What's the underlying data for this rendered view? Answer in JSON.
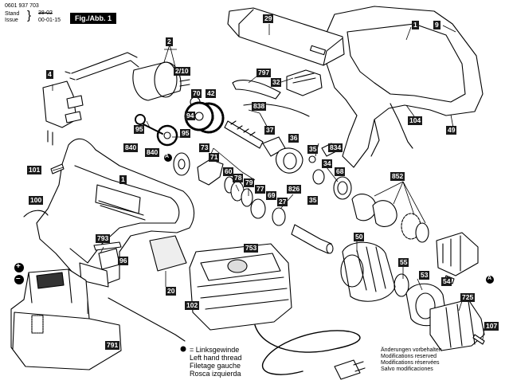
{
  "header": {
    "part_number": "0601 937 703",
    "stand_label": "Stand",
    "stand_struck": "38-02",
    "issue_label": "Issue",
    "issue_date": "00-01-15",
    "figure_label": "Fig./Abb. 1"
  },
  "callouts": [
    {
      "id": "c29",
      "label": "29"
    },
    {
      "id": "c1a",
      "label": "1"
    },
    {
      "id": "c9",
      "label": "9"
    },
    {
      "id": "c2",
      "label": "2"
    },
    {
      "id": "c210",
      "label": "2/10"
    },
    {
      "id": "c4",
      "label": "4"
    },
    {
      "id": "c797",
      "label": "797"
    },
    {
      "id": "c32",
      "label": "32"
    },
    {
      "id": "c70",
      "label": "70"
    },
    {
      "id": "c42",
      "label": "42"
    },
    {
      "id": "c94",
      "label": "94"
    },
    {
      "id": "c838",
      "label": "838"
    },
    {
      "id": "c104",
      "label": "104"
    },
    {
      "id": "c49",
      "label": "49"
    },
    {
      "id": "c95a",
      "label": "95"
    },
    {
      "id": "c37",
      "label": "37"
    },
    {
      "id": "c36",
      "label": "36"
    },
    {
      "id": "c840a",
      "label": "840"
    },
    {
      "id": "c840b",
      "label": "840"
    },
    {
      "id": "c95b",
      "label": "95"
    },
    {
      "id": "c73",
      "label": "73"
    },
    {
      "id": "c71",
      "label": "71"
    },
    {
      "id": "c35a",
      "label": "35"
    },
    {
      "id": "c834",
      "label": "834"
    },
    {
      "id": "c60",
      "label": "60"
    },
    {
      "id": "c34",
      "label": "34"
    },
    {
      "id": "c68",
      "label": "68"
    },
    {
      "id": "c101",
      "label": "101"
    },
    {
      "id": "c1b",
      "label": "1"
    },
    {
      "id": "c852",
      "label": "852"
    },
    {
      "id": "c78",
      "label": "78"
    },
    {
      "id": "c79",
      "label": "79"
    },
    {
      "id": "c77",
      "label": "77"
    },
    {
      "id": "c826",
      "label": "826"
    },
    {
      "id": "c69",
      "label": "69"
    },
    {
      "id": "c27",
      "label": "27"
    },
    {
      "id": "c35b",
      "label": "35"
    },
    {
      "id": "c100",
      "label": "100"
    },
    {
      "id": "c50",
      "label": "50"
    },
    {
      "id": "c753",
      "label": "753"
    },
    {
      "id": "c793",
      "label": "793"
    },
    {
      "id": "c96",
      "label": "96"
    },
    {
      "id": "c55",
      "label": "55"
    },
    {
      "id": "c53",
      "label": "53"
    },
    {
      "id": "c54",
      "label": "54"
    },
    {
      "id": "c20",
      "label": "20"
    },
    {
      "id": "c725",
      "label": "725"
    },
    {
      "id": "c102",
      "label": "102"
    },
    {
      "id": "c107",
      "label": "107"
    },
    {
      "id": "c791",
      "label": "791"
    }
  ],
  "legend": {
    "lines": [
      "= Linksgewinde",
      "Left hand thread",
      "Filetage gauche",
      "Rosca izquierda"
    ]
  },
  "notes": {
    "lines": [
      "Änderungen vorbehalten",
      "Modifications reserved",
      "Modifications réservées",
      "Salvo modificaciones"
    ]
  },
  "symbols": {
    "left_thread_marker": "A",
    "plus": "+",
    "minus": "–"
  }
}
